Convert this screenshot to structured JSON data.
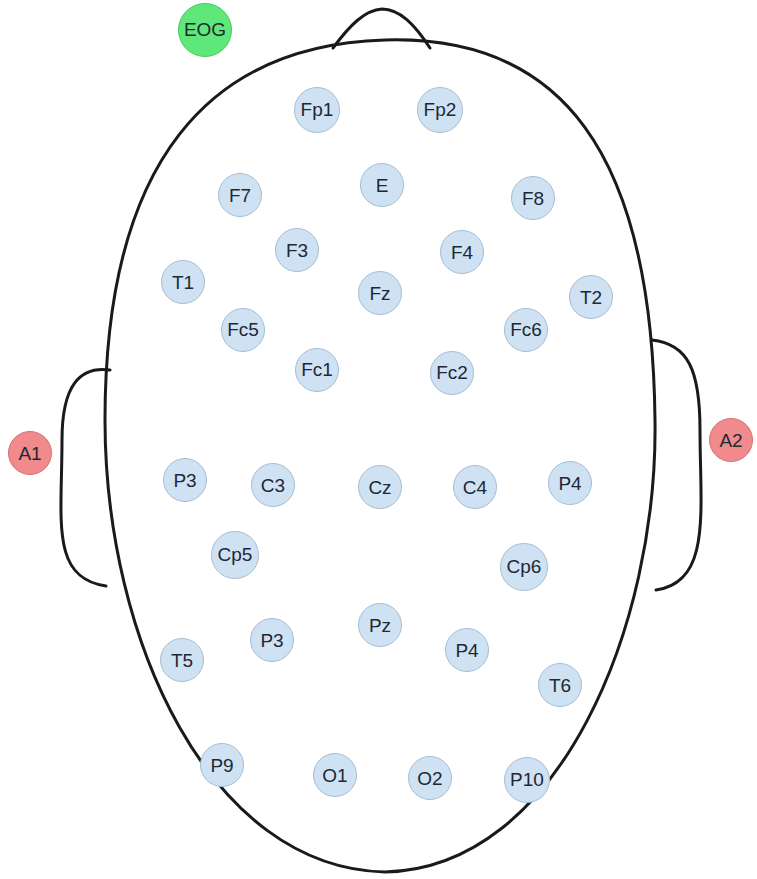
{
  "diagram": {
    "nodes": [
      {
        "text": [
          "EOG"
        ]
      },
      {
        "text": [
          "Fp1"
        ]
      },
      {
        "text": [
          "Fp2"
        ]
      },
      {
        "text": [
          "F7"
        ]
      },
      {
        "text": [
          "E"
        ]
      },
      {
        "text": [
          "F8"
        ]
      },
      {
        "text": [
          "F3"
        ]
      },
      {
        "text": [
          "F4"
        ]
      },
      {
        "text": [
          "T1"
        ]
      },
      {
        "text": [
          "Fz"
        ]
      },
      {
        "text": [
          "T2"
        ]
      },
      {
        "text": [
          "Fc5"
        ]
      },
      {
        "text": [
          "Fc6"
        ]
      },
      {
        "text": [
          "Fc1"
        ]
      },
      {
        "text": [
          "Fc2"
        ]
      },
      {
        "text": [
          "A1"
        ]
      },
      {
        "text": [
          "P3"
        ]
      },
      {
        "text": [
          "C3"
        ]
      },
      {
        "text": [
          "Cz"
        ]
      },
      {
        "text": [
          "C4"
        ]
      },
      {
        "text": [
          "P4"
        ]
      },
      {
        "text": [
          "A2"
        ]
      },
      {
        "text": [
          "Cp5"
        ]
      },
      {
        "text": [
          "Cp6"
        ]
      },
      {
        "text": [
          "T5"
        ]
      },
      {
        "text": [
          "P3"
        ]
      },
      {
        "text": [
          "Pz"
        ]
      },
      {
        "text": [
          "P4"
        ]
      },
      {
        "text": [
          "T6"
        ]
      },
      {
        "text": [
          "P9"
        ]
      },
      {
        "text": [
          "O1"
        ]
      },
      {
        "text": [
          "O2"
        ]
      },
      {
        "text": [
          "P10"
        ]
      }
    ]
  }
}
